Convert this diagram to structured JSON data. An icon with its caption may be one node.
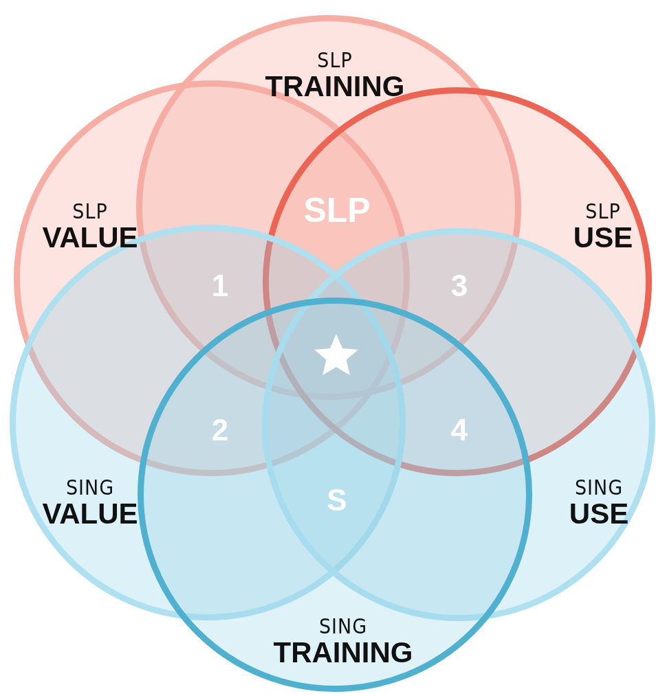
{
  "diagram": {
    "nodes": [
      {
        "text": [
          "SLP",
          "TRAINING"
        ]
      },
      {
        "text": [
          "SLP",
          "VALUE"
        ]
      },
      {
        "text": [
          "SLP",
          "USE"
        ]
      },
      {
        "text": [
          "SING",
          "VALUE"
        ]
      },
      {
        "text": [
          "SING",
          "USE"
        ]
      },
      {
        "text": [
          "SING",
          "TRAINING"
        ]
      }
    ],
    "labels": [
      "SLP",
      "1",
      "3",
      "2",
      "4",
      "S"
    ]
  }
}
